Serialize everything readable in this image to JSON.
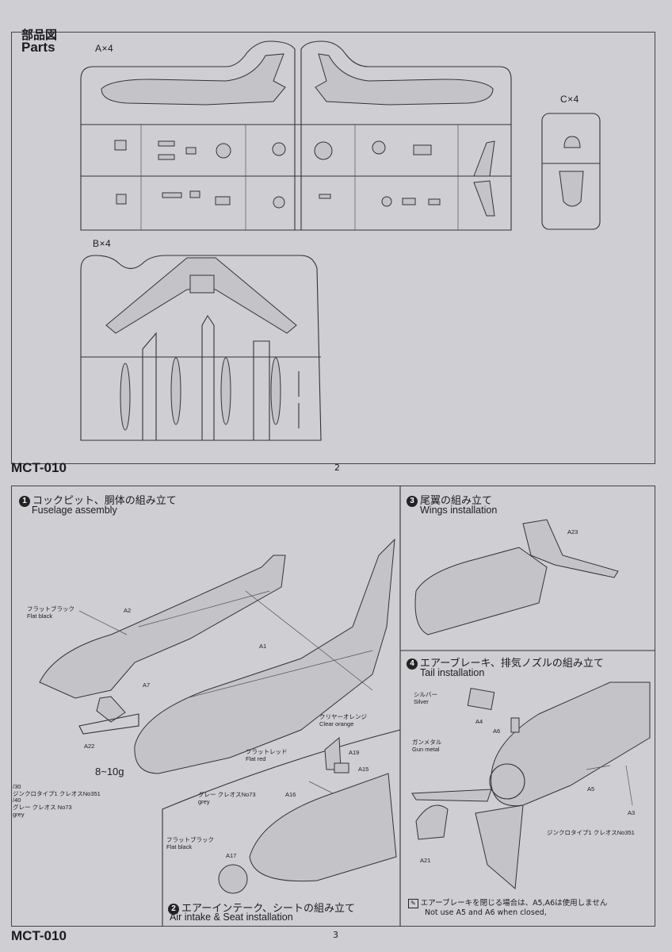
{
  "parts_page": {
    "title_jp": "部品図",
    "title_en": "Parts",
    "sprue_a": "A×4",
    "sprue_b": "B×4",
    "sprue_c": "C×4",
    "code": "MCT-010",
    "page_number": "2"
  },
  "assembly_page": {
    "code": "MCT-010",
    "page_number": "3",
    "step1": {
      "number": "1",
      "title_jp": "コックピット、胴体の組み立て",
      "title_en": "Fuselage assembly",
      "callout_a2": "A2",
      "callout_a1": "A1",
      "callout_a7": "A7",
      "callout_a22": "A22",
      "flat_black_jp": "フラットブラック",
      "flat_black_en": "Flat black",
      "weight": "8~10g",
      "color_notes": [
        "/30",
        "ジンクロタイプ1 クレオスNo351",
        "/40",
        "グレー クレオス No73",
        "grey"
      ]
    },
    "step2": {
      "number": "2",
      "title_jp": "エアーインテーク、シートの組み立て",
      "title_en": "Air intake & Seat installation",
      "clear_orange_jp": "クリヤーオレンジ",
      "clear_orange_en": "Clear orange",
      "flat_red_jp": "フラットレッド",
      "flat_red_en": "Flat red",
      "grey_jp": "グレー クレオスNo73",
      "grey_en": "grey",
      "flat_black_jp": "フラットブラック",
      "flat_black_en": "Flat black",
      "callout_a19": "A19",
      "callout_a15": "A15",
      "callout_a16": "A16",
      "callout_a17": "A17"
    },
    "step3": {
      "number": "3",
      "title_jp": "尾翼の組み立て",
      "title_en": "Wings installation",
      "callout_a23": "A23"
    },
    "step4": {
      "number": "4",
      "title_jp": "エアーブレーキ、排気ノズルの組み立て",
      "title_en": "Tail installation",
      "silver_jp": "シルバー",
      "silver_en": "Silver",
      "gun_metal_jp": "ガンメタル",
      "gun_metal_en": "Gun metal",
      "callout_a4": "A4",
      "callout_a6": "A6",
      "callout_a5": "A5",
      "callout_a3": "A3",
      "callout_a21": "A21",
      "zinc_note": "ジンクロタイプ1 クレオスNo351",
      "note_jp": "エアーブレーキを閉じる場合は、A5,A6は使用しません",
      "note_en": "Not use A5 and A6 when closed,"
    }
  }
}
